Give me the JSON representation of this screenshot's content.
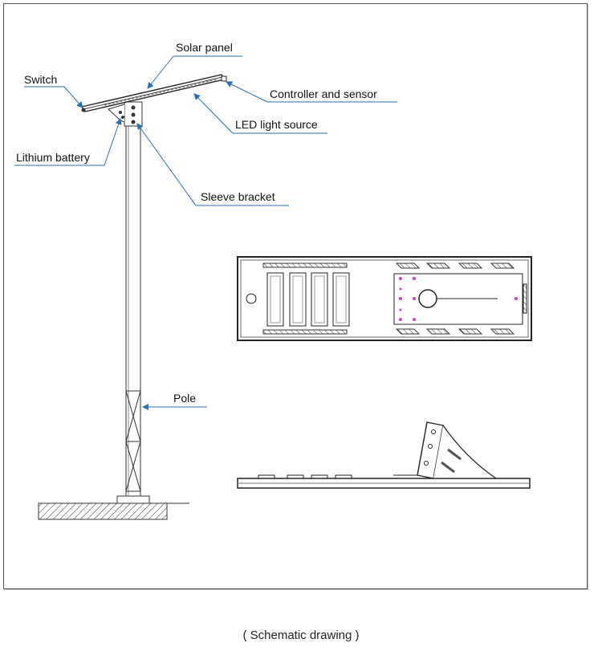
{
  "labels": {
    "solar_panel": "Solar panel",
    "switch": "Switch",
    "controller_sensor": "Controller and sensor",
    "led_light": "LED light source",
    "lithium_battery": "Lithium battery",
    "sleeve_bracket": "Sleeve bracket",
    "pole": "Pole"
  },
  "caption": "( Schematic drawing )",
  "colors": {
    "leader": "#2a6fb3",
    "line": "#333333",
    "led_dot": "#d23fd6"
  }
}
